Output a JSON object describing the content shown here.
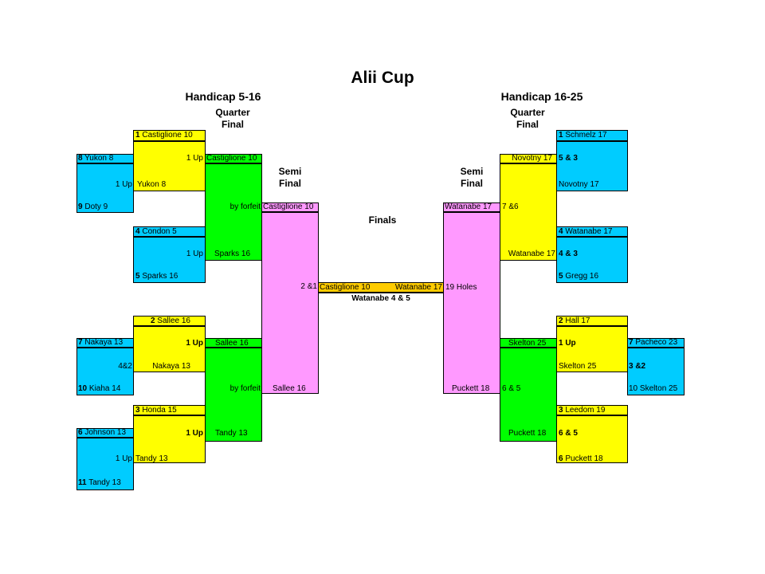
{
  "title": "Alii Cup",
  "left": {
    "heading": "Handicap 5-16",
    "quarter_1": "Quarter",
    "quarter_2": "Final",
    "semi_1": "Semi",
    "semi_2": "Final",
    "r16": [
      {
        "seed": "8",
        "name": "Yukon 8"
      },
      {
        "seed": "9",
        "name": "Doty 9"
      },
      {
        "seed": "7",
        "name": "Nakaya 13"
      },
      {
        "seed": "10",
        "name": "Kiaha 14"
      },
      {
        "seed": "6",
        "name": " Johnson 13"
      },
      {
        "seed": "11",
        "name": "Tandy 13"
      }
    ],
    "r16_results": [
      {
        "margin": "1 Up",
        "winner": "Yukon 8"
      },
      {
        "margin": "4&2",
        "winner": "Nakaya 13"
      },
      {
        "margin": "1 Up",
        "winner": "Tandy 13"
      }
    ],
    "qf": [
      {
        "seed": "1",
        "name": "Castiglione 10",
        "margin": "1 Up",
        "winner": "Castiglione 10"
      },
      {
        "seed": "4",
        "name": "Condon 5",
        "seed_b": "5",
        "name_b": "Sparks 16",
        "margin": "1 Up",
        "winner": "Sparks 16"
      },
      {
        "seed": "2",
        "name": "Sallee 16",
        "margin": "1 Up",
        "winner": "Sallee 16"
      },
      {
        "seed": "3",
        "name": "Honda 15",
        "margin": "1 Up",
        "winner": "Tandy 13"
      }
    ],
    "sf": [
      {
        "margin": "by forfeit",
        "winner": "Castiglione 10"
      },
      {
        "margin": "by forfeit",
        "winner": "Sallee 16"
      }
    ],
    "final_margin": "2 &1",
    "finalist": "Castiglione 10"
  },
  "right": {
    "heading": "Handicap 16-25",
    "quarter_1": "Quarter",
    "quarter_2": "Final",
    "semi_1": "Semi",
    "semi_2": "Final",
    "qf": [
      {
        "seed": "1",
        "name": "Schmelz 17",
        "margin": "5 & 3",
        "winner": "Novotny 17"
      },
      {
        "seed": "4",
        "name": "Watanabe 17",
        "margin": "4 & 3",
        "winner": "Watanabe 17",
        "seed_b": "5",
        "name_b": "Gregg 16"
      },
      {
        "seed": "2",
        "name": "Hall 17",
        "margin": "1 Up",
        "winner": "Skelton 25"
      },
      {
        "seed": "3",
        "name": "Leedom 19",
        "margin": "6 & 5",
        "seed_b": "6",
        "name_b": "Puckett 18"
      }
    ],
    "r16": [
      {
        "seed": "7",
        "name": "Pacheco 23"
      },
      {
        "seed": "10",
        "name": "Skelton 25"
      }
    ],
    "r16_margin": "3 &2",
    "sf": [
      {
        "top": "Novotny 17",
        "margin": "7 &6",
        "bottom": "Watanabe 17"
      },
      {
        "top": "Skelton 25",
        "margin": "6 & 5",
        "bottom": "Puckett 18"
      }
    ],
    "sf_top": "Watanabe 17",
    "sf_bottom": "Puckett 18",
    "final_margin": "19 Holes",
    "finalist": "Watanabe 17"
  },
  "finals": {
    "heading": "Finals",
    "result": "Watanabe 4 & 5"
  }
}
